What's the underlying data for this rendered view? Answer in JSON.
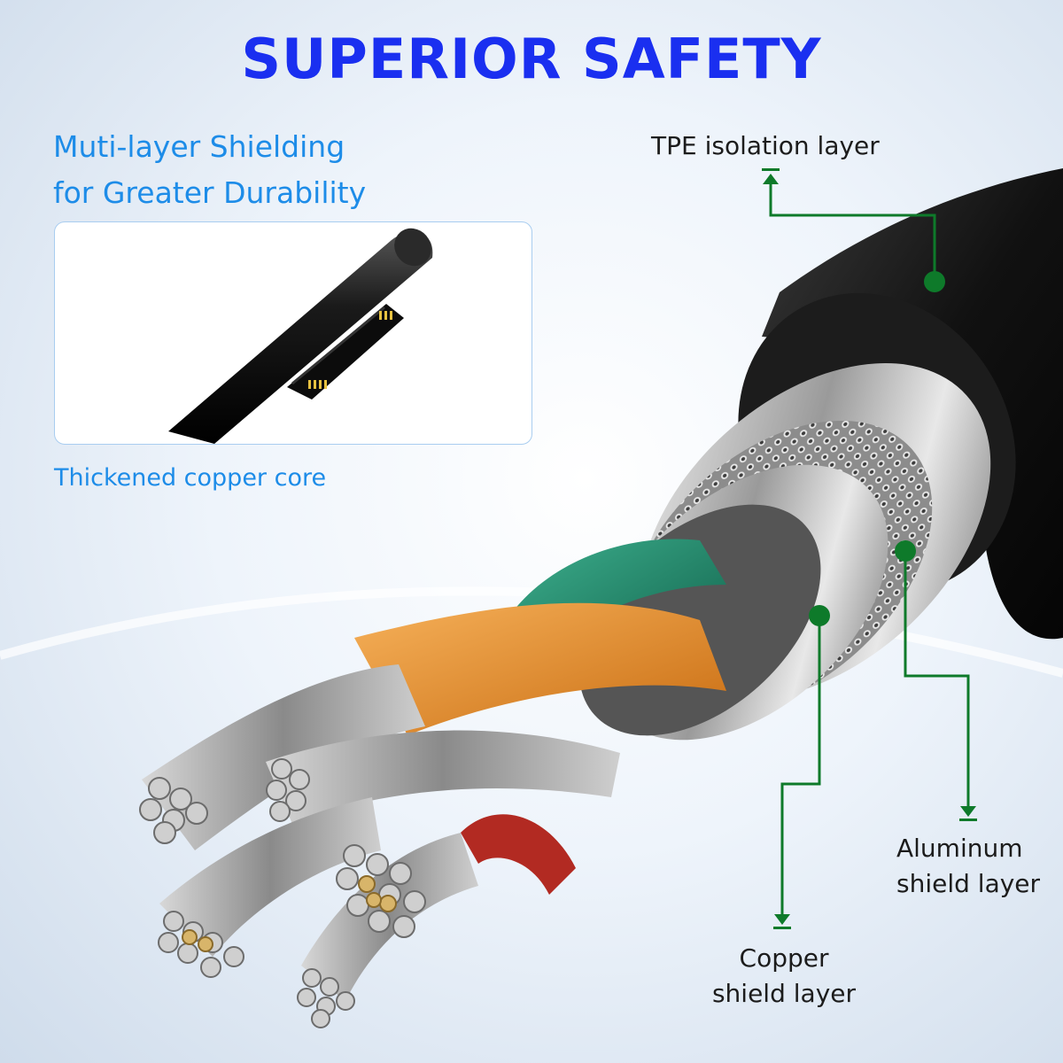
{
  "header": {
    "title": "SUPERIOR SAFETY"
  },
  "subtitle": {
    "line1": "Muti-layer Shielding",
    "line2": "for Greater Durability"
  },
  "inset": {
    "caption": "Thickened copper core"
  },
  "callouts": {
    "tpe": "TPE isolation layer",
    "aluminum": {
      "line1": "Aluminum",
      "line2": "shield layer"
    },
    "copper": {
      "line1": "Copper",
      "line2": "shield layer"
    }
  },
  "colors": {
    "title": "#1a2ff0",
    "subtitle": "#1d8ce8",
    "callout_line": "#0e7a2a",
    "jacket": "#141414",
    "wire_green": "#1f8f6f",
    "wire_orange": "#e8902a",
    "wire_red": "#b22a22"
  },
  "icons": [
    "cable-cross-section-illustration",
    "usb-surface-connector-illustration"
  ]
}
